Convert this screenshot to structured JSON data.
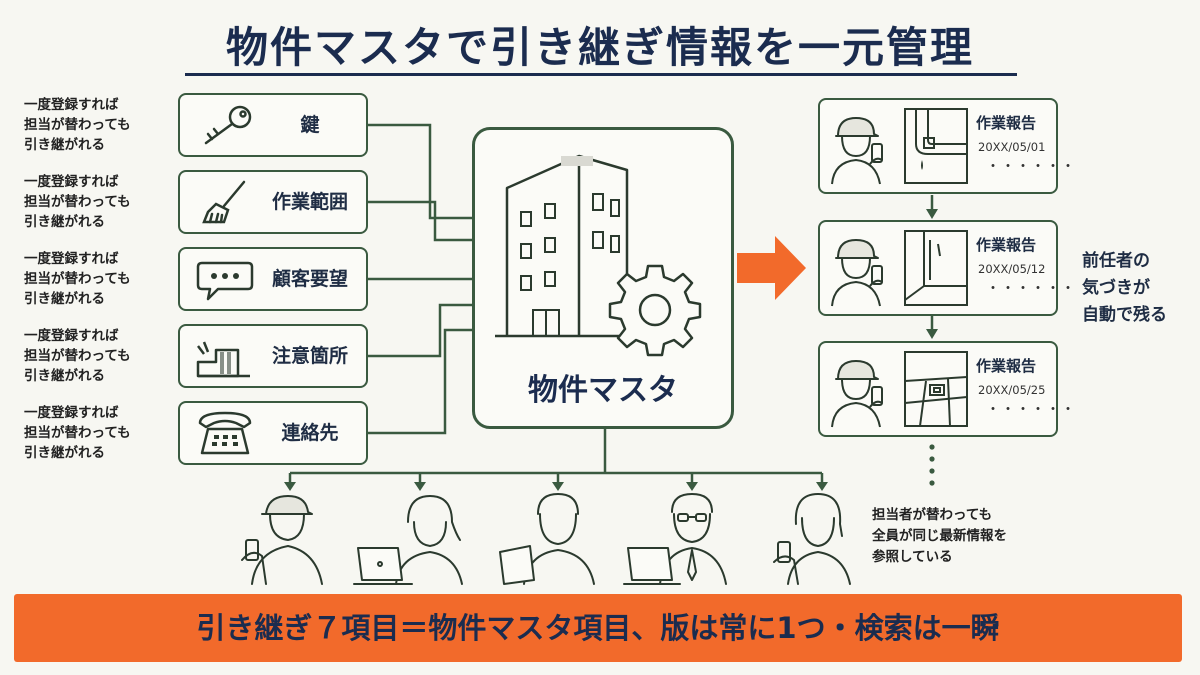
{
  "title": "物件マスタで引き継ぎ情報を一元管理",
  "side_notes": [
    [
      "一度登録すれば",
      "担当が替わっても",
      "引き継がれる"
    ],
    [
      "一度登録すれば",
      "担当が替わっても",
      "引き継がれる"
    ],
    [
      "一度登録すれば",
      "担当が替わっても",
      "引き継がれる"
    ],
    [
      "一度登録すれば",
      "担当が替わっても",
      "引き継がれる"
    ],
    [
      "一度登録すれば",
      "担当が替わっても",
      "引き継がれる"
    ]
  ],
  "items": [
    {
      "label": "鍵",
      "icon": "key-icon"
    },
    {
      "label": "作業範囲",
      "icon": "mop-icon"
    },
    {
      "label": "顧客要望",
      "icon": "speech-bubble-icon"
    },
    {
      "label": "注意箇所",
      "icon": "caution-step-icon"
    },
    {
      "label": "連絡先",
      "icon": "telephone-icon"
    }
  ],
  "master": {
    "label": "物件マスタ",
    "icon": "building-gear-icon"
  },
  "reports": [
    {
      "title": "作業報告",
      "date": "20XX/05/01",
      "dots": "・・・・・・",
      "photo": "pipe-leak-photo-icon"
    },
    {
      "title": "作業報告",
      "date": "20XX/05/12",
      "dots": "・・・・・・",
      "photo": "room-corner-photo-icon"
    },
    {
      "title": "作業報告",
      "date": "20XX/05/25",
      "dots": "・・・・・・",
      "photo": "floor-drain-photo-icon"
    }
  ],
  "right_note": [
    "前任者の",
    "気づきが",
    "自動で残る"
  ],
  "bottom_note": [
    "担当者が替わっても",
    "全員が同じ最新情報を",
    "参照している"
  ],
  "banner": "引き継ぎ７項目＝物件マスタ項目、版は常に1つ・検索は一瞬",
  "colors": {
    "line": "#3a5a40",
    "accent": "#f26a2b",
    "navy": "#1b2c4f",
    "background": "#f7f7f2"
  }
}
